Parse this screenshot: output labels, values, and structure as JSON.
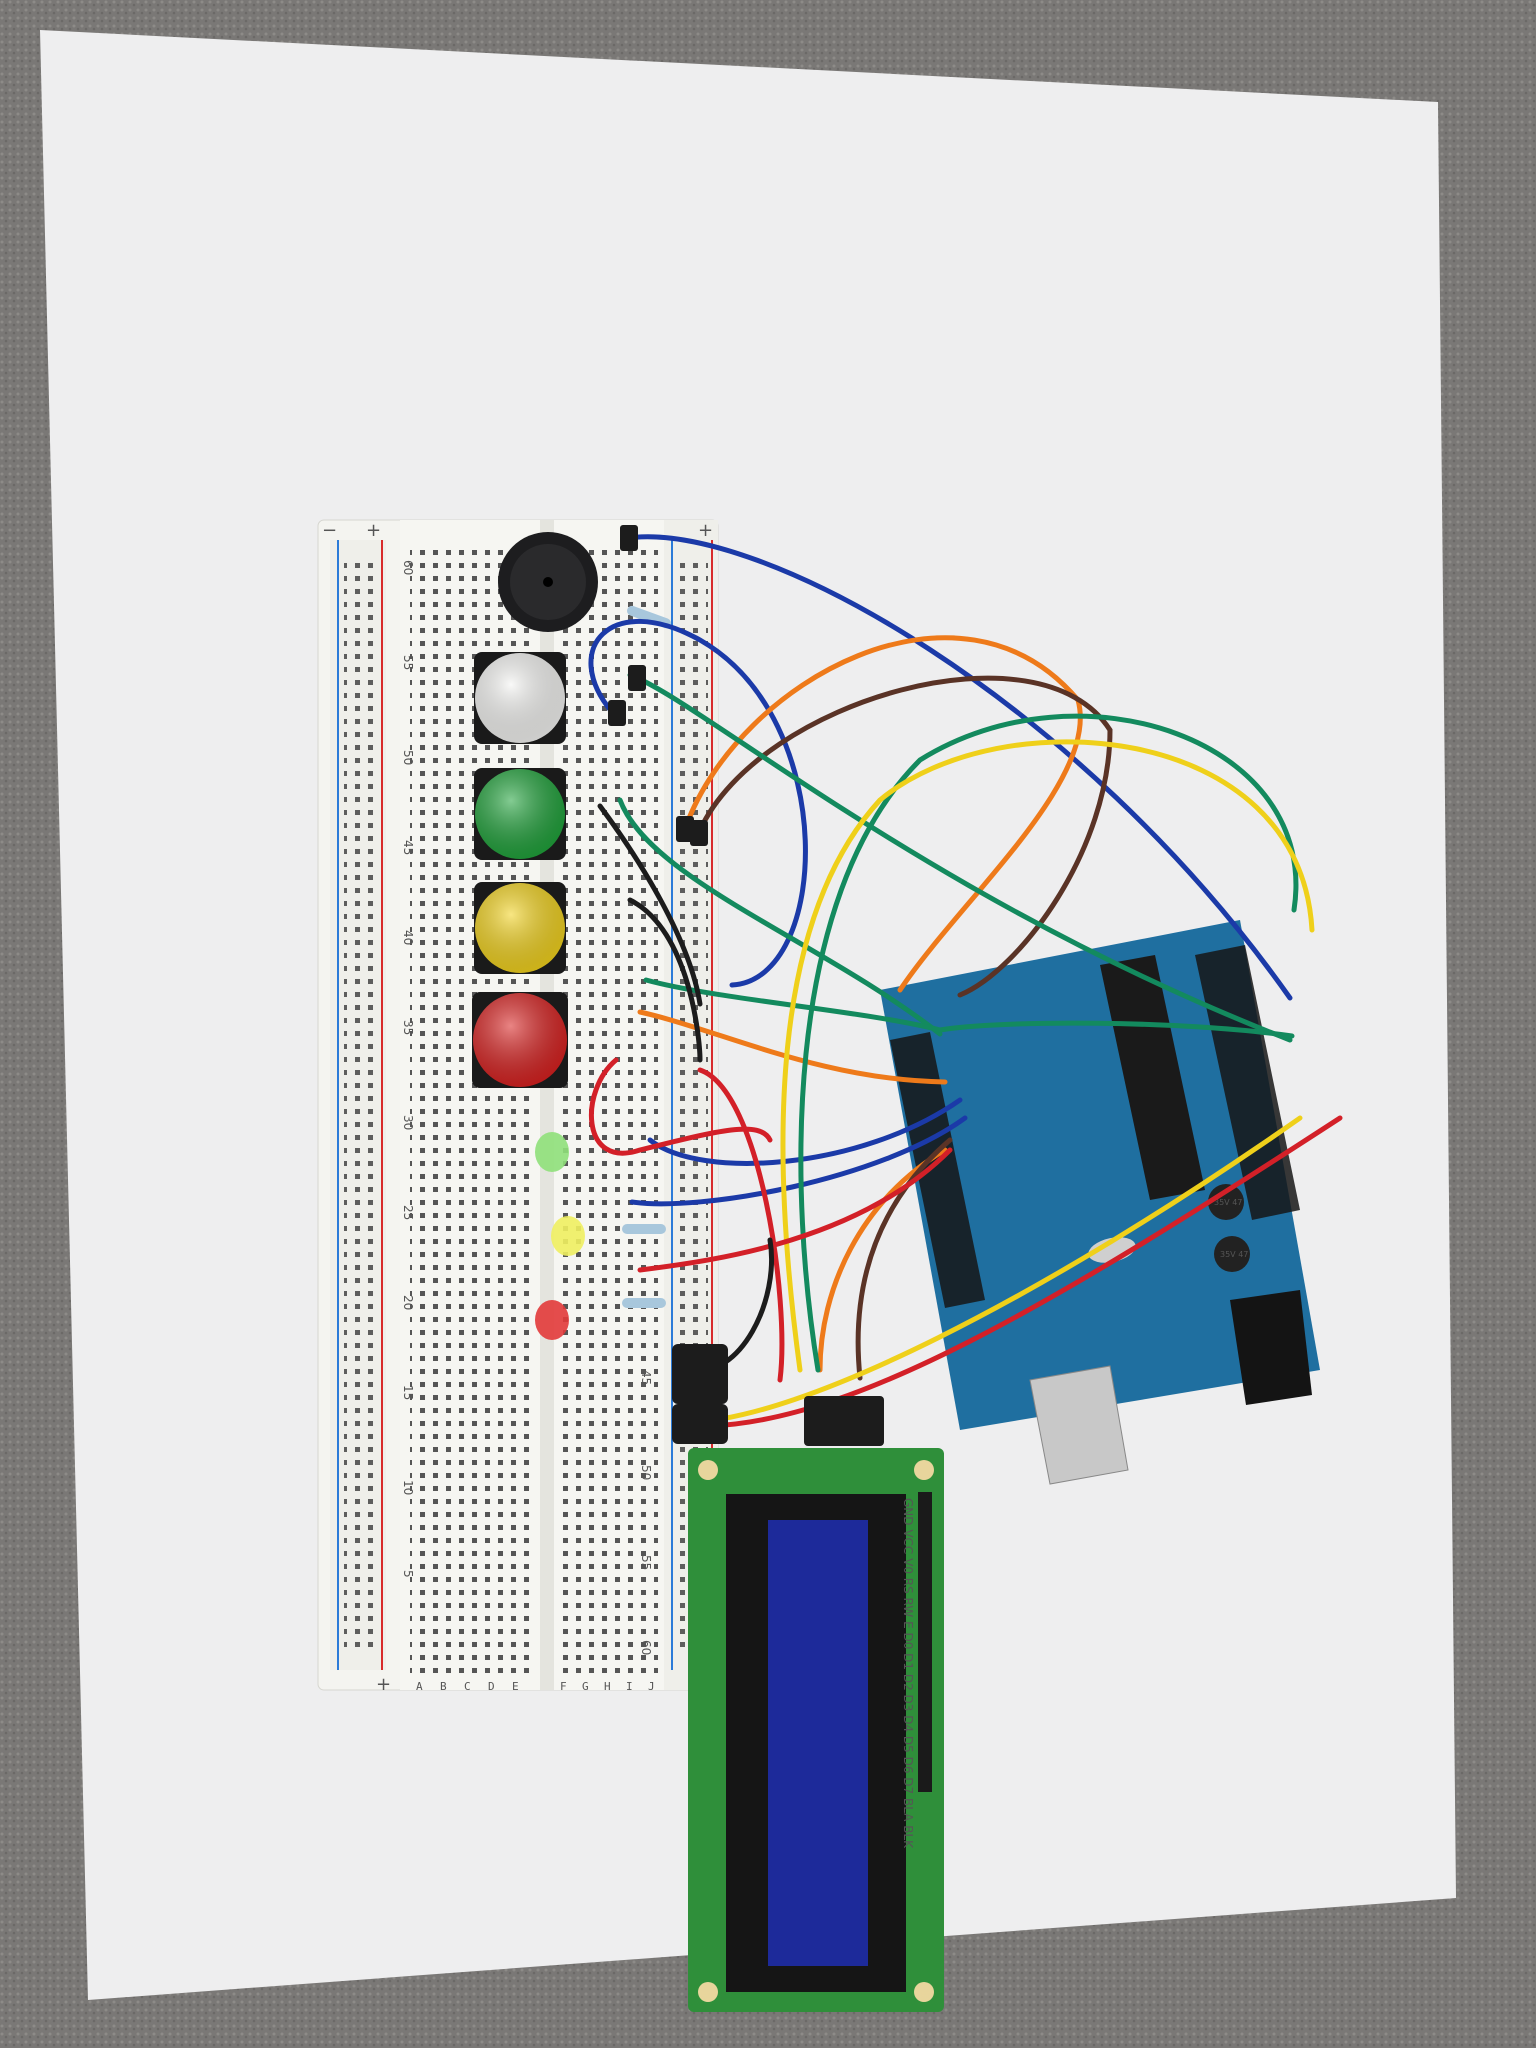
{
  "breadboard": {
    "rail_plus": "+",
    "rail_minus": "−",
    "row_labels_left": [
      "5",
      "10",
      "15",
      "20",
      "25",
      "30",
      "35",
      "40",
      "45",
      "50",
      "55",
      "60"
    ],
    "row_labels_right": [
      "45",
      "50",
      "55",
      "60"
    ],
    "column_letters_left": [
      "J",
      "I",
      "H",
      "G",
      "F"
    ],
    "column_letters_right": [
      "E",
      "D",
      "C",
      "B",
      "A"
    ]
  },
  "buttons": [
    {
      "color": "#f4f4f2"
    },
    {
      "color": "#1fa23a"
    },
    {
      "color": "#f2d21c"
    },
    {
      "color": "#d8201f"
    }
  ],
  "leds": [
    {
      "color": "#8fe07a"
    },
    {
      "color": "#f0f060"
    },
    {
      "color": "#e23a3a"
    }
  ],
  "lcd": {
    "pin_labels": "GND VCC V0 RS RW E D0 D1 D2 D3 D4 D5 D6 D7 BLA BLK",
    "screen_color": "#1d2a9a",
    "board_color": "#2f8f3a"
  },
  "arduino": {
    "board_color": "#1f6fa0",
    "capacitor_label_1": "35V 47",
    "capacitor_label_2": "35V 47"
  },
  "wire_colors": {
    "blue": "#1b3aa8",
    "orange": "#ee7a1a",
    "brown": "#5a3326",
    "green": "#138a5e",
    "yellow": "#efd01a",
    "red": "#d32028",
    "black": "#1c1c1c"
  }
}
